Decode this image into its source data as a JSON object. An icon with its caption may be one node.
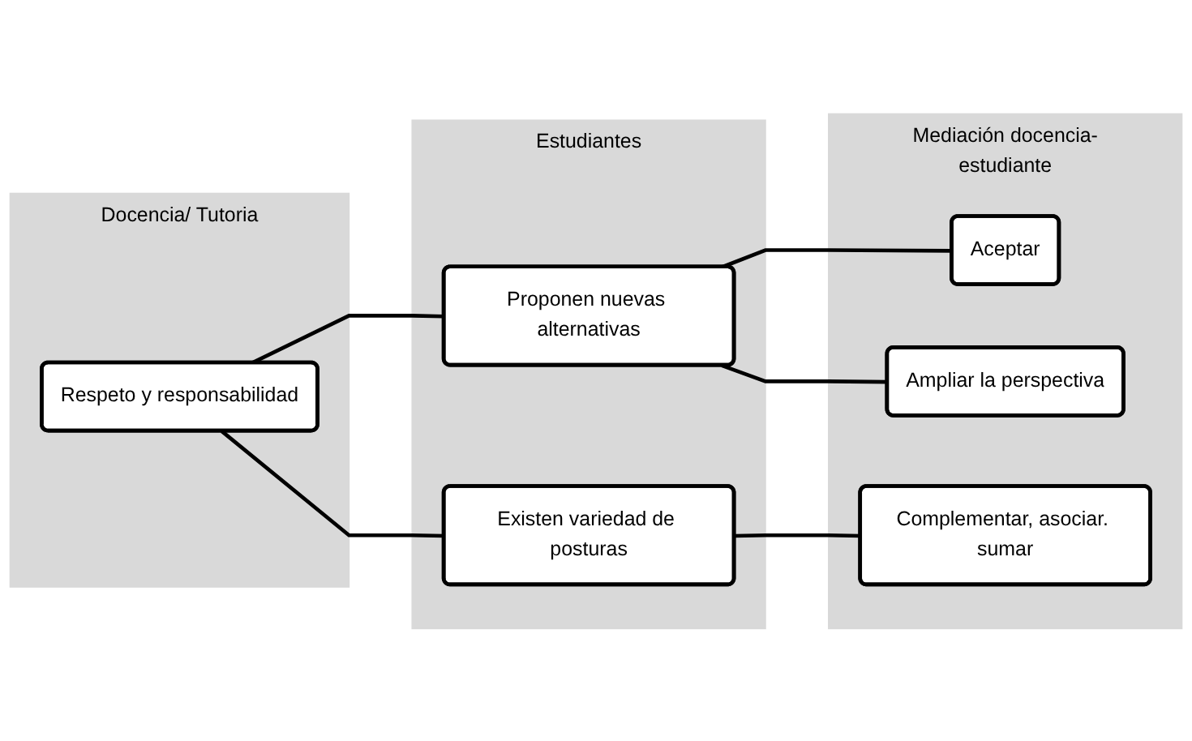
{
  "diagram": {
    "nodes": [
      {
        "text": [
          "Docencia/ Tutoria"
        ]
      },
      {
        "text": [
          "Estudiantes"
        ]
      },
      {
        "text": [
          "Mediación docencia-estudiante"
        ]
      },
      {
        "text": [
          "Respeto y responsabilidad"
        ],
        "in": 0
      },
      {
        "text": [
          "Proponen nuevas alternativas"
        ],
        "in": 1
      },
      {
        "text": [
          "Existen variedad de posturas"
        ],
        "in": 1
      },
      {
        "text": [
          "Aceptar"
        ],
        "in": 2
      },
      {
        "text": [
          "Ampliar la perspectiva"
        ],
        "in": 2
      },
      {
        "text": [
          "Complementar, asociar. sumar"
        ],
        "in": 2
      }
    ],
    "edges": [
      {
        "from": 3,
        "to": 4,
        "arrow": "none"
      },
      {
        "from": 3,
        "to": 5,
        "arrow": "none"
      },
      {
        "from": 4,
        "to": 6,
        "arrow": "none"
      },
      {
        "from": 4,
        "to": 7,
        "arrow": "none"
      },
      {
        "from": 5,
        "to": 8,
        "arrow": "none"
      }
    ]
  }
}
